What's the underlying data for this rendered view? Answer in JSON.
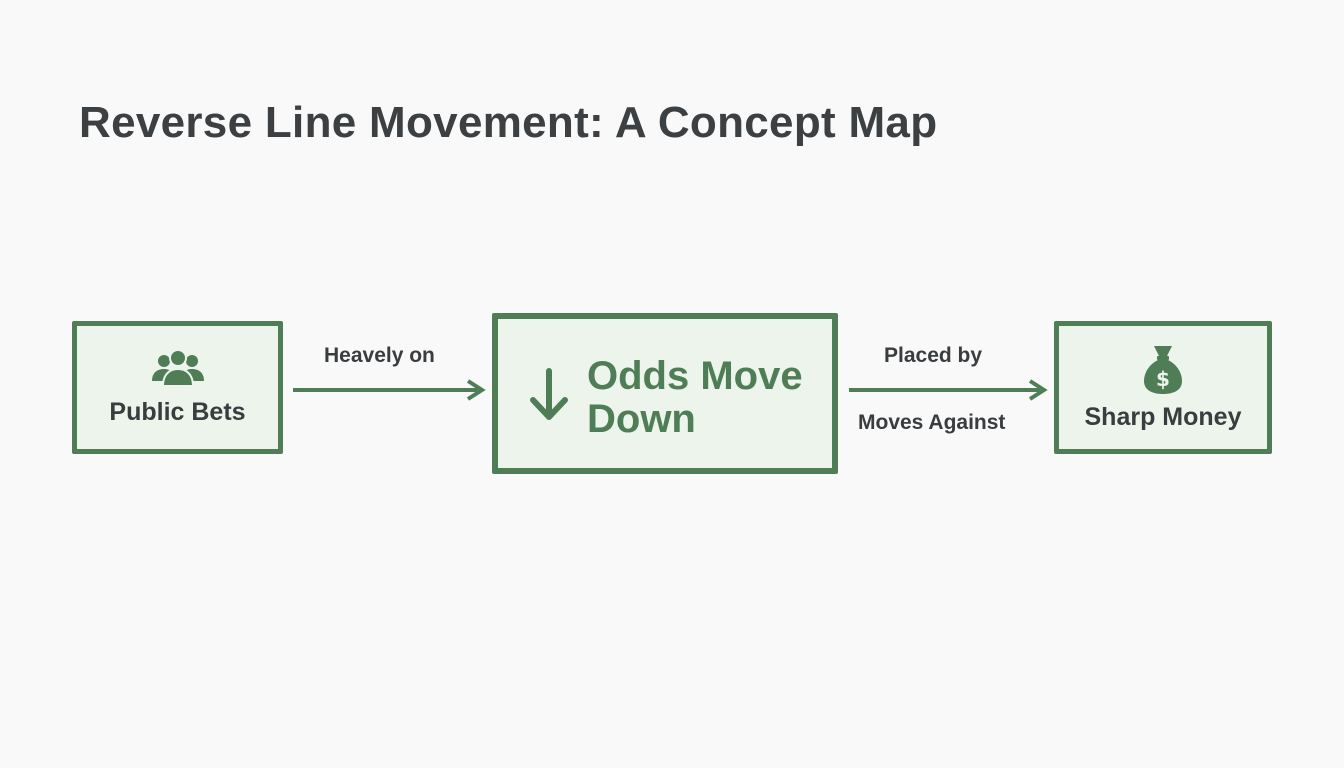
{
  "title": "Reverse Line Movement: A Concept Map",
  "colors": {
    "accent": "#4e7d56",
    "node_fill": "#edf4ec",
    "text": "#3a3d40",
    "background": "#f8f9f8"
  },
  "nodes": {
    "public_bets": {
      "label": "Public Bets",
      "icon": "people-group-icon"
    },
    "odds_move": {
      "label": "Odds Move Down",
      "icon": "down-arrow-icon"
    },
    "sharp_money": {
      "label": "Sharp Money",
      "icon": "money-bag-icon"
    }
  },
  "edges": {
    "left": {
      "label": "Heavely on"
    },
    "right": {
      "label_top": "Placed by",
      "label_bottom": "Moves Against"
    }
  }
}
